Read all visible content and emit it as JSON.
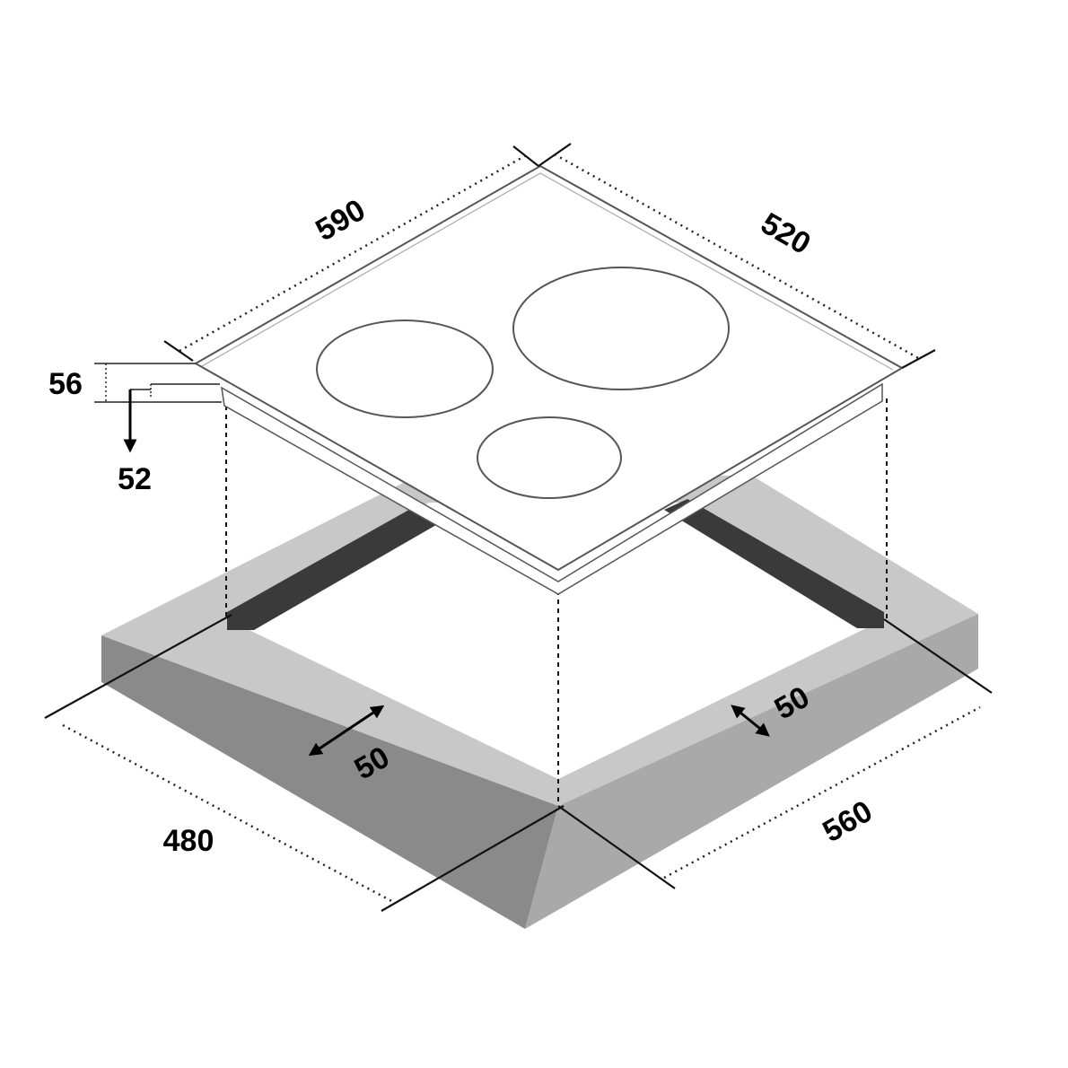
{
  "dimensions": {
    "hob_width": "590",
    "hob_depth": "520",
    "hob_height": "56",
    "built_in_depth": "52",
    "cutout_width": "560",
    "cutout_depth": "480",
    "clearance_left": "50",
    "clearance_right": "50"
  },
  "colors": {
    "counter_top": "#c8c8c8",
    "counter_front_left": "#8a8a8a",
    "counter_front_right": "#a9a9a9",
    "cutout_edge_dark": "#3a3a3a",
    "hob_surface": "#ffffff",
    "line": "#111111"
  }
}
